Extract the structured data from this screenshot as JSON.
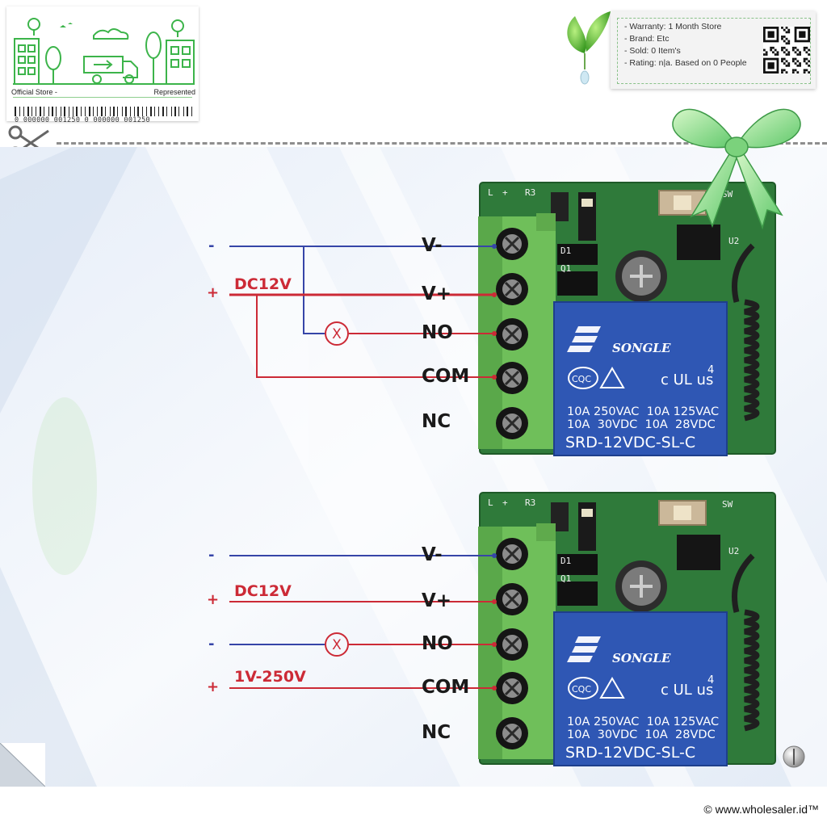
{
  "store_badge": {
    "left_label": "Official Store -",
    "right_label": "Represented",
    "barcode_number": "0 000000 001250 0 000000 001250"
  },
  "product_info": {
    "lines": [
      "- Warranty: 1 Month Store",
      "- Brand: Etc",
      "- Sold: 0 Item's",
      "- Rating: n|a. Based on 0 People"
    ]
  },
  "diagram_top": {
    "power_minus_sign": "-",
    "power_plus_sign": "+",
    "power_label": "DC12V",
    "lamp_symbol": "X",
    "terminals": [
      "V-",
      "V+",
      "NO",
      "COM",
      "NC"
    ]
  },
  "diagram_bottom": {
    "power_minus_sign": "-",
    "power_plus_sign": "+",
    "power_label": "DC12V",
    "load_minus_sign": "-",
    "load_plus_sign": "+",
    "load_label": "1V-250V",
    "lamp_symbol": "X",
    "terminals": [
      "V-",
      "V+",
      "NO",
      "COM",
      "NC"
    ]
  },
  "relay": {
    "brand": "SONGLE",
    "cert_left": "CQC",
    "cert_right": "c UL us",
    "cert_number": "4",
    "rating_row1": "10A 250VAC  10A 125VAC",
    "rating_row2": "10A  30VDC  10A  28VDC",
    "model": "SRD-12VDC-SL-C"
  },
  "pcb_marks": {
    "r3": "R3",
    "sw": "SW",
    "u2": "U2",
    "q1": "Q1",
    "d1": "D1",
    "l": "L",
    "plus": "+"
  },
  "copyright": "© www.wholesaler.id™",
  "colors": {
    "minus_wire": "#3645a8",
    "plus_wire": "#cc2a36",
    "accent_green": "#3cb44a",
    "relay_blue": "#2f57b4",
    "terminal_green": "#6fbf5a",
    "pcb_green": "#2f7a3a"
  }
}
